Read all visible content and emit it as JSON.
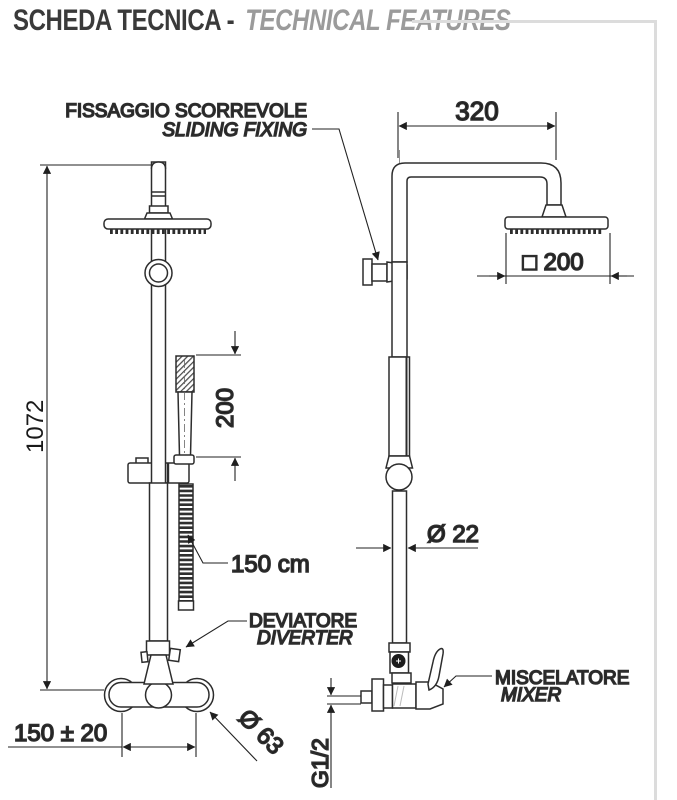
{
  "title": {
    "it": "SCHEDA TECNICA -",
    "en": "TECHNICAL FEATURES"
  },
  "callouts": {
    "sliding_fixing": {
      "it": "FISSAGGIO SCORREVOLE",
      "en": "SLIDING FIXING"
    },
    "diverter": {
      "it": "DEVIATORE",
      "en": "DIVERTER"
    },
    "mixer": {
      "it": "MISCELATORE",
      "en": "MIXER"
    },
    "hose_length": "150 cm"
  },
  "dimensions": {
    "arm_projection": "320",
    "head_width": "□ 200",
    "total_height": "1072",
    "handshower_length": "200",
    "column_diameter": "Ø 22",
    "inlet_distance": "150 ± 20",
    "rosette_diameter": "Ø 63",
    "connection_thread": "G1/2"
  },
  "colors": {
    "background": "#ffffff",
    "drawing_line": "#2d2d2d",
    "dimension_line": "#222222",
    "title_primary": "#3a3a3a",
    "title_secondary": "#9b9b9b",
    "frame": "#dcdcdc"
  }
}
